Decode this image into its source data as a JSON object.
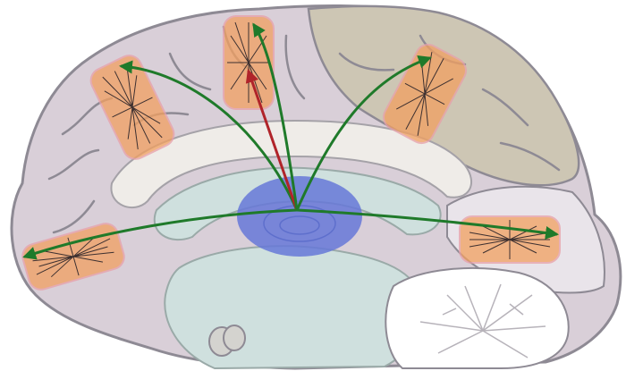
{
  "diagram": {
    "labels": [],
    "colors": {
      "background": "#ffffff",
      "cortex_outer": "#d9cfd8",
      "cortex_outline": "#8e8a94",
      "posterior_cortex": "#cdc6b4",
      "white_matter": "#efece8",
      "ventricle": "#cfe0de",
      "thalamus": "#6678d8",
      "column_fill": "#f2a060",
      "column_outline": "#e8a0a8",
      "arrow_green": "#1f7a2a",
      "arrow_red": "#b0242a",
      "cerebellum": "#ffffff"
    },
    "columns": [
      {
        "name": "frontal-pole-column"
      },
      {
        "name": "prefrontal-column"
      },
      {
        "name": "motor-column"
      },
      {
        "name": "parietal-column"
      },
      {
        "name": "occipital-column"
      }
    ],
    "arrows": [
      {
        "name": "green-arrow-to-frontal-pole",
        "color": "green"
      },
      {
        "name": "green-arrow-to-prefrontal",
        "color": "green"
      },
      {
        "name": "red-arrow-to-motor",
        "color": "red"
      },
      {
        "name": "green-arrow-to-motor",
        "color": "green"
      },
      {
        "name": "green-arrow-to-parietal",
        "color": "green"
      },
      {
        "name": "green-arrow-to-occipital",
        "color": "green"
      }
    ]
  }
}
